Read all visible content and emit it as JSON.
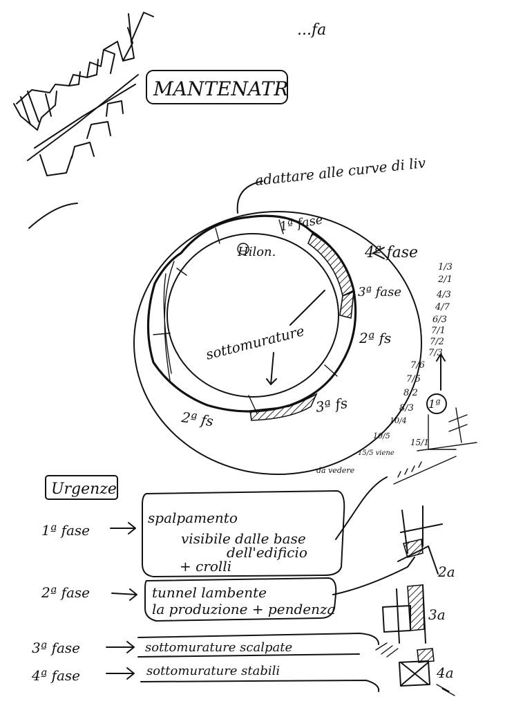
{
  "header": {
    "note": "...fa",
    "title": "MANTENATR"
  },
  "ring": {
    "outer_note": "adattare alle curve di liv",
    "hub_label": "Hilon.",
    "center_label": "sottomurature",
    "phases": [
      "1ª fase",
      "4ª fase",
      "3ª fase",
      "2ª fs",
      "3ª fs",
      "2ª fs"
    ]
  },
  "timeline": {
    "dates": [
      "1/3",
      "2/1",
      "4/3",
      "4/7",
      "6/3",
      "7/1",
      "7/2",
      "7/3",
      "7/6",
      "7/5",
      "8/2",
      "8/3",
      "10/4",
      "10/5",
      "15/5 viene",
      "15/1"
    ],
    "marker": "1ª",
    "caption": "da vedere"
  },
  "urgenze": {
    "heading": "Urgenze",
    "rows": [
      {
        "phase": "1ª fase",
        "text": [
          "spalpamento",
          "visibile dalle base",
          "dell'edificio",
          "+ crolli"
        ]
      },
      {
        "phase": "2ª fase",
        "text": [
          "tunnel lambente",
          "la produzione + pendenza"
        ]
      },
      {
        "phase": "3ª fase",
        "text": [
          "sottomurature scalpate"
        ]
      },
      {
        "phase": "4ª fase",
        "text": [
          "sottomurature stabili"
        ]
      }
    ]
  },
  "side_sketch_labels": [
    "2a",
    "3a",
    "4a"
  ]
}
